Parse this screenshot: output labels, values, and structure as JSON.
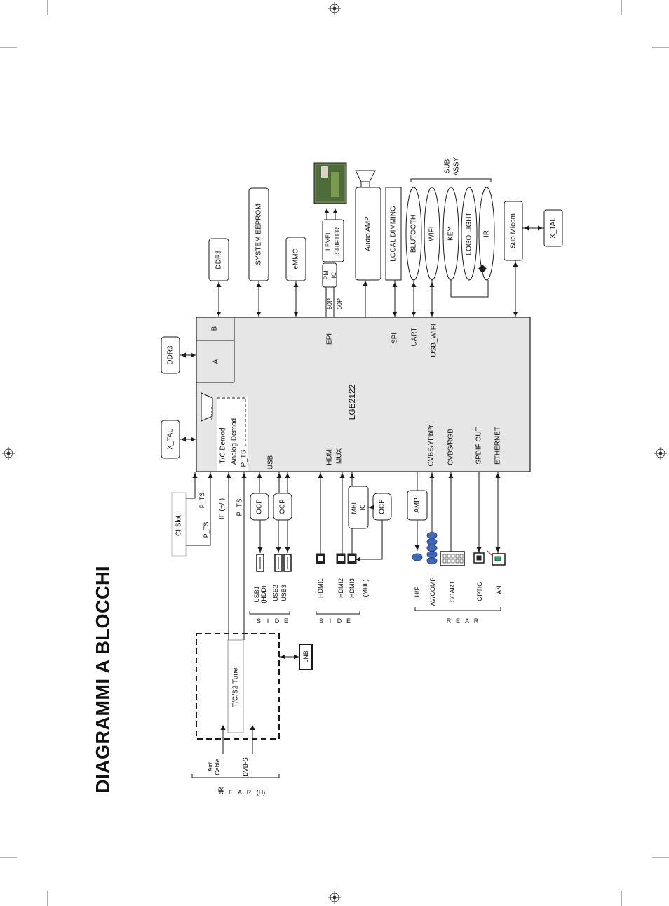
{
  "page": {
    "title": "DIAGRAMMI A BLOCCHI"
  },
  "diagram": {
    "soc": {
      "name": "LGE2122",
      "block_a": "A",
      "block_b": "B"
    },
    "soc_pins": {
      "tc_demod": "T/C  Demod",
      "analog_demod": "Analog Demod",
      "p_ts": "P_TS",
      "usb": "USB",
      "hdmi_mux": [
        "HDMI",
        "MUX"
      ],
      "epi": "EPI",
      "spi": "SPI",
      "uart": "UART",
      "usb_wifi": "USB_WIFI",
      "cvbs_ypbpr": "CVBS/YPbPr",
      "cvbs_rgb": "CVBS/RGB",
      "spdif_out": "SPDIF OUT",
      "ethernet": "ETHERNET"
    },
    "top_blocks": {
      "ddr3_left": "DDR3",
      "xtal_left": "X_TAL",
      "ddr3_right": "DDR3",
      "system_eeprom": "SYSTEM EEPROM",
      "emmc": "eMMC",
      "pm_ic": [
        "PM",
        "IC"
      ],
      "level_shifter": [
        "LEVEL",
        "SHIFTER"
      ],
      "fifty_p": "50P",
      "audio_amp": "Audio AMP",
      "local_dimming": "LOCAL  DIMMING",
      "sub_micom": "Sub Micom",
      "xtal_right": "X_TAL"
    },
    "sub_assy": {
      "label": [
        "SUB",
        "ASSY"
      ],
      "items": [
        "BLUTOOTH",
        "WIFI",
        "KEY",
        "LOGO LIGHT",
        "IR"
      ]
    },
    "tuner_section": {
      "tuner": "T/C/S2  Tuner",
      "lnb": "LNB",
      "inputs": [
        "Air/",
        "Cable",
        "DVB-S"
      ],
      "rear_h": [
        "R",
        "E",
        "A",
        "R",
        "(H)"
      ],
      "ci_slot": "CI Slot",
      "p_ts": "P_TS",
      "if": "IF (+/-)"
    },
    "side_usb": {
      "ocp": "OCP",
      "ports": [
        "USB1",
        "(HDD)",
        "USB2",
        "USB3"
      ],
      "side": [
        "S",
        "I",
        "D",
        "E"
      ]
    },
    "side_hdmi": {
      "mhl_ic": [
        "MHL",
        "IC"
      ],
      "ocp": "OCP",
      "ports": [
        "HDMI1",
        "HDMI2",
        "HDMI3",
        "(MHL)"
      ],
      "side": [
        "S",
        "I",
        "D",
        "E"
      ]
    },
    "rear": {
      "amp": "AMP",
      "ports": [
        "H/P",
        "AV/COMP",
        "SCART",
        "OPTIC",
        "LAN"
      ],
      "rear": [
        "R",
        "E",
        "A",
        "R"
      ]
    },
    "colors": {
      "line": "#1a1a1a",
      "soc_fill": "#e6e6e6",
      "rca": "#3f67b4",
      "ci_slot_border": "#bbbbbb"
    }
  }
}
